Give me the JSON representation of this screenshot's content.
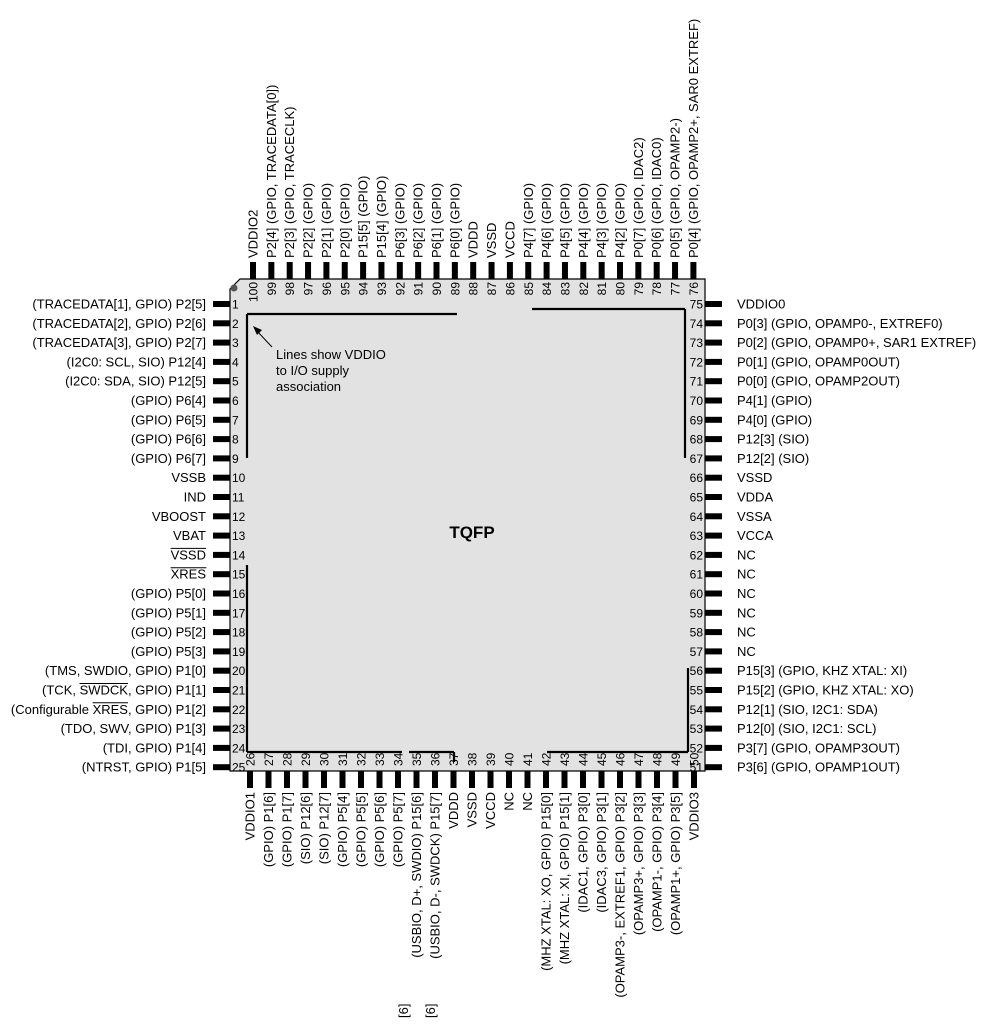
{
  "package": {
    "title": "TQFP",
    "note": [
      "Lines show VDDIO",
      "to I/O supply",
      "association"
    ]
  },
  "colors": {
    "body_fill": "#e2e2e2",
    "stroke": "#000000"
  },
  "footnote_marker": "[6]",
  "pins": {
    "left": [
      {
        "num": "1",
        "label": "(TRACEDATA[1], GPIO) P2[5]"
      },
      {
        "num": "2",
        "label": "(TRACEDATA[2], GPIO) P2[6]"
      },
      {
        "num": "3",
        "label": "(TRACEDATA[3], GPIO) P2[7]"
      },
      {
        "num": "4",
        "label": "(I2C0: SCL, SIO) P12[4]"
      },
      {
        "num": "5",
        "label": "(I2C0: SDA, SIO) P12[5]"
      },
      {
        "num": "6",
        "label": "(GPIO) P6[4]"
      },
      {
        "num": "7",
        "label": "(GPIO) P6[5]"
      },
      {
        "num": "8",
        "label": "(GPIO) P6[6]"
      },
      {
        "num": "9",
        "label": "(GPIO) P6[7]"
      },
      {
        "num": "10",
        "label": "VSSB"
      },
      {
        "num": "11",
        "label": "IND"
      },
      {
        "num": "12",
        "label": "VBOOST"
      },
      {
        "num": "13",
        "label": "VBAT"
      },
      {
        "num": "14",
        "label": "VSSD"
      },
      {
        "num": "15",
        "label": "XRES"
      },
      {
        "num": "16",
        "label": "(GPIO) P5[0]"
      },
      {
        "num": "17",
        "label": "(GPIO) P5[1]"
      },
      {
        "num": "18",
        "label": "(GPIO) P5[2]"
      },
      {
        "num": "19",
        "label": "(GPIO) P5[3]"
      },
      {
        "num": "20",
        "label": "(TMS, SWDIO, GPIO) P1[0]"
      },
      {
        "num": "21",
        "label": "(TCK, SWDCK, GPIO) P1[1]"
      },
      {
        "num": "22",
        "label": "(Configurable XRES, GPIO) P1[2]"
      },
      {
        "num": "23",
        "label": "(TDO, SWV, GPIO) P1[3]"
      },
      {
        "num": "24",
        "label": "(TDI, GPIO) P1[4]"
      },
      {
        "num": "25",
        "label": "(NTRST, GPIO) P1[5]"
      }
    ],
    "right": [
      {
        "num": "75",
        "label": "VDDIO0"
      },
      {
        "num": "74",
        "label": "P0[3] (GPIO, OPAMP0-, EXTREF0)"
      },
      {
        "num": "73",
        "label": "P0[2] (GPIO, OPAMP0+, SAR1 EXTREF)"
      },
      {
        "num": "72",
        "label": "P0[1] (GPIO, OPAMP0OUT)"
      },
      {
        "num": "71",
        "label": "P0[0] (GPIO, OPAMP2OUT)"
      },
      {
        "num": "70",
        "label": "P4[1] (GPIO)"
      },
      {
        "num": "69",
        "label": "P4[0] (GPIO)"
      },
      {
        "num": "68",
        "label": "P12[3] (SIO)"
      },
      {
        "num": "67",
        "label": "P12[2] (SIO)"
      },
      {
        "num": "66",
        "label": "VSSD"
      },
      {
        "num": "65",
        "label": "VDDA"
      },
      {
        "num": "64",
        "label": "VSSA"
      },
      {
        "num": "63",
        "label": "VCCA"
      },
      {
        "num": "62",
        "label": "NC"
      },
      {
        "num": "61",
        "label": "NC"
      },
      {
        "num": "60",
        "label": "NC"
      },
      {
        "num": "59",
        "label": "NC"
      },
      {
        "num": "58",
        "label": "NC"
      },
      {
        "num": "57",
        "label": "NC"
      },
      {
        "num": "56",
        "label": "P15[3] (GPIO, KHZ XTAL: XI)"
      },
      {
        "num": "55",
        "label": "P15[2] (GPIO, KHZ XTAL: XO)"
      },
      {
        "num": "54",
        "label": "P12[1] (SIO, I2C1: SDA)"
      },
      {
        "num": "53",
        "label": "P12[0] (SIO, I2C1: SCL)"
      },
      {
        "num": "52",
        "label": "P3[7] (GPIO, OPAMP3OUT)"
      },
      {
        "num": "51",
        "label": "P3[6] (GPIO, OPAMP1OUT)"
      }
    ],
    "top": [
      {
        "num": "100",
        "label": "VDDIO2"
      },
      {
        "num": "99",
        "label": "P2[4] (GPIO, TRACEDATA[0])"
      },
      {
        "num": "98",
        "label": "P2[3] (GPIO, TRACECLK)"
      },
      {
        "num": "97",
        "label": "P2[2] (GPIO)"
      },
      {
        "num": "96",
        "label": "P2[1] (GPIO)"
      },
      {
        "num": "95",
        "label": "P2[0] (GPIO)"
      },
      {
        "num": "94",
        "label": "P15[5] (GPIO)"
      },
      {
        "num": "93",
        "label": "P15[4] (GPIO)"
      },
      {
        "num": "92",
        "label": "P6[3] (GPIO)"
      },
      {
        "num": "91",
        "label": "P6[2] (GPIO)"
      },
      {
        "num": "90",
        "label": "P6[1] (GPIO)"
      },
      {
        "num": "89",
        "label": "P6[0] (GPIO)"
      },
      {
        "num": "88",
        "label": "VDDD"
      },
      {
        "num": "87",
        "label": "VSSD"
      },
      {
        "num": "86",
        "label": "VCCD"
      },
      {
        "num": "85",
        "label": "P4[7] (GPIO)"
      },
      {
        "num": "84",
        "label": "P4[6] (GPIO)"
      },
      {
        "num": "83",
        "label": "P4[5] (GPIO)"
      },
      {
        "num": "82",
        "label": "P4[4] (GPIO)"
      },
      {
        "num": "81",
        "label": "P4[3] (GPIO)"
      },
      {
        "num": "80",
        "label": "P4[2] (GPIO)"
      },
      {
        "num": "79",
        "label": "P0[7] (GPIO, IDAC2)"
      },
      {
        "num": "78",
        "label": "P0[6] (GPIO, IDAC0)"
      },
      {
        "num": "77",
        "label": "P0[5] (GPIO, OPAMP2-)"
      },
      {
        "num": "76",
        "label": "P0[4] (GPIO, OPAMP2+, SAR0 EXTREF)"
      }
    ],
    "bottom": [
      {
        "num": "26",
        "label": "VDDIO1"
      },
      {
        "num": "27",
        "label": "(GPIO) P1[6]"
      },
      {
        "num": "28",
        "label": "(GPIO) P1[7]"
      },
      {
        "num": "29",
        "label": "(SIO) P12[6]"
      },
      {
        "num": "30",
        "label": "(SIO) P12[7]"
      },
      {
        "num": "31",
        "label": "(GPIO) P5[4]"
      },
      {
        "num": "32",
        "label": "(GPIO) P5[5]"
      },
      {
        "num": "33",
        "label": "(GPIO) P5[6]"
      },
      {
        "num": "34",
        "label": "(GPIO) P5[7]"
      },
      {
        "num": "35",
        "label": "(USBIO, D+, SWDIO) P15[6]"
      },
      {
        "num": "36",
        "label": "(USBIO, D-, SWDCK) P15[7]"
      },
      {
        "num": "37",
        "label": "VDDD"
      },
      {
        "num": "38",
        "label": "VSSD"
      },
      {
        "num": "39",
        "label": "VCCD"
      },
      {
        "num": "40",
        "label": "NC"
      },
      {
        "num": "41",
        "label": "NC"
      },
      {
        "num": "42",
        "label": "(MHZ XTAL: XO, GPIO) P15[0]"
      },
      {
        "num": "43",
        "label": "(MHZ XTAL: XI, GPIO) P15[1]"
      },
      {
        "num": "44",
        "label": "(IDAC1, GPIO) P3[0]"
      },
      {
        "num": "45",
        "label": "(IDAC3, GPIO) P3[1]"
      },
      {
        "num": "46",
        "label": "(OPAMP3-, EXTREF1, GPIO) P3[2]"
      },
      {
        "num": "47",
        "label": "(OPAMP3+, GPIO) P3[3]"
      },
      {
        "num": "48",
        "label": "(OPAMP1-, GPIO) P3[4]"
      },
      {
        "num": "49",
        "label": "(OPAMP1+, GPIO) P3[5]"
      },
      {
        "num": "50",
        "label": "VDDIO3"
      }
    ]
  }
}
